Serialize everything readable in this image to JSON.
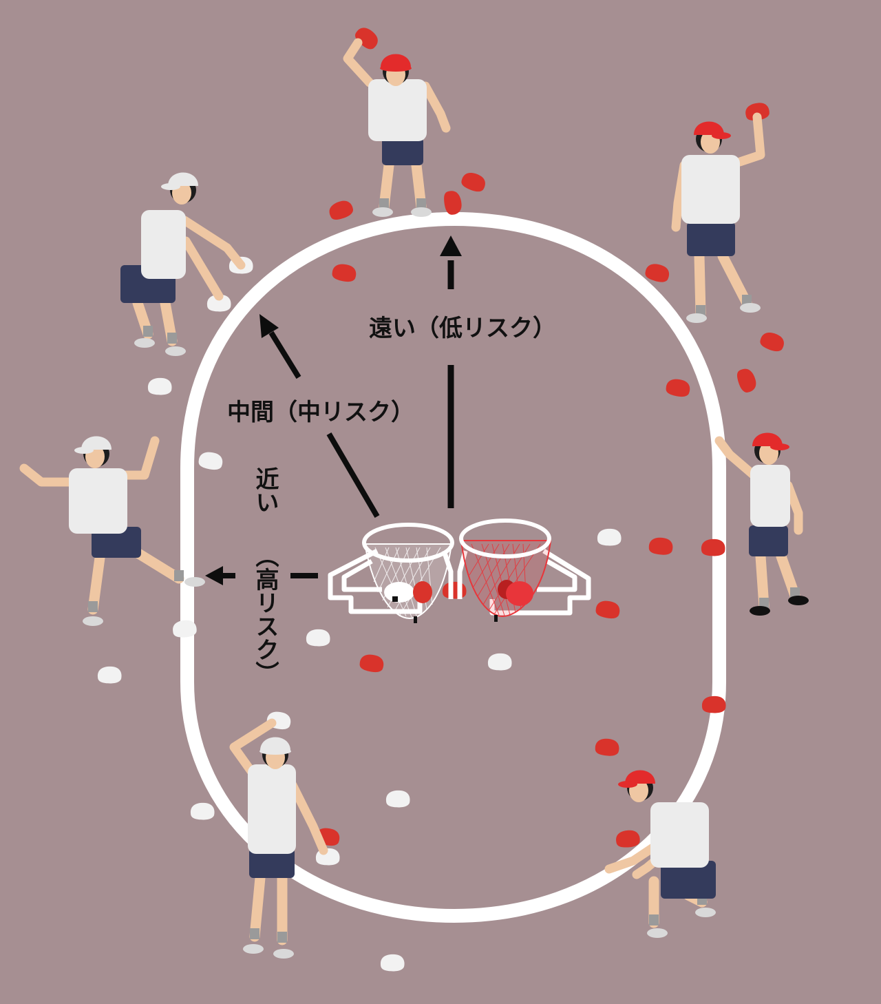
{
  "colors": {
    "background": "#a68f92",
    "track": "#ffffff",
    "red_ball": "#d9332b",
    "white_ball": "#f2f2f2",
    "red_cap": "#e32b2b",
    "white_cap": "#e8e8e8",
    "shirt": "#ececec",
    "shorts": "#343b5c",
    "skin": "#efc7a3",
    "hair": "#1d1d1d",
    "arrow": "#0d0d0d",
    "net_white": "#ffffff",
    "net_red": "#e8353a"
  },
  "labels": {
    "far": "遠い（低リスク）",
    "middle": "中間（中リスク）",
    "near_line1": "近い",
    "near_line2": "（高リスク）"
  },
  "figures": [
    {
      "team": "red",
      "pose": "throwing"
    },
    {
      "team": "red",
      "pose": "throwing"
    },
    {
      "team": "white",
      "pose": "picking-up"
    },
    {
      "team": "white",
      "pose": "throwing"
    },
    {
      "team": "red",
      "pose": "walking"
    },
    {
      "team": "white",
      "pose": "throwing"
    },
    {
      "team": "red",
      "pose": "crouching"
    }
  ],
  "baskets": [
    {
      "team": "white"
    },
    {
      "team": "red"
    }
  ]
}
